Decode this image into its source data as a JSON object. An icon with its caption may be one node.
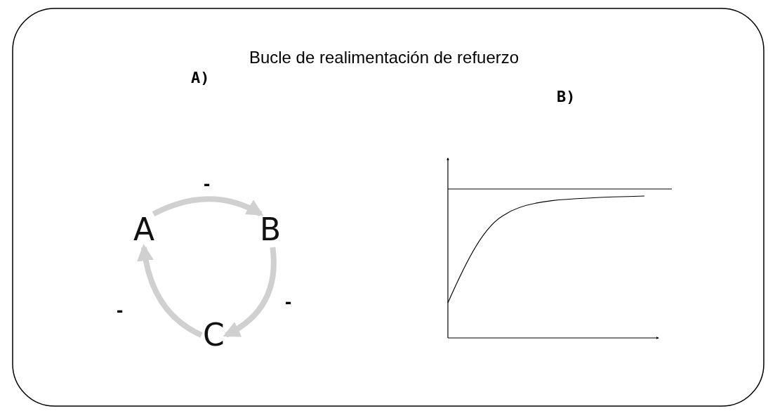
{
  "diagram": {
    "title": "Bucle de realimentación de refuerzo",
    "nodes": [
      {
        "text": [
          "A"
        ]
      },
      {
        "text": [
          "B"
        ]
      },
      {
        "text": [
          "C"
        ]
      }
    ],
    "edges": [
      {
        "from": 0,
        "to": 1,
        "arrow": "to",
        "label": "-"
      },
      {
        "from": 1,
        "to": 2,
        "arrow": "to",
        "label": "-"
      },
      {
        "from": 2,
        "to": 0,
        "arrow": "to",
        "label": "-"
      }
    ],
    "labels": [
      "A)",
      "B)"
    ]
  }
}
